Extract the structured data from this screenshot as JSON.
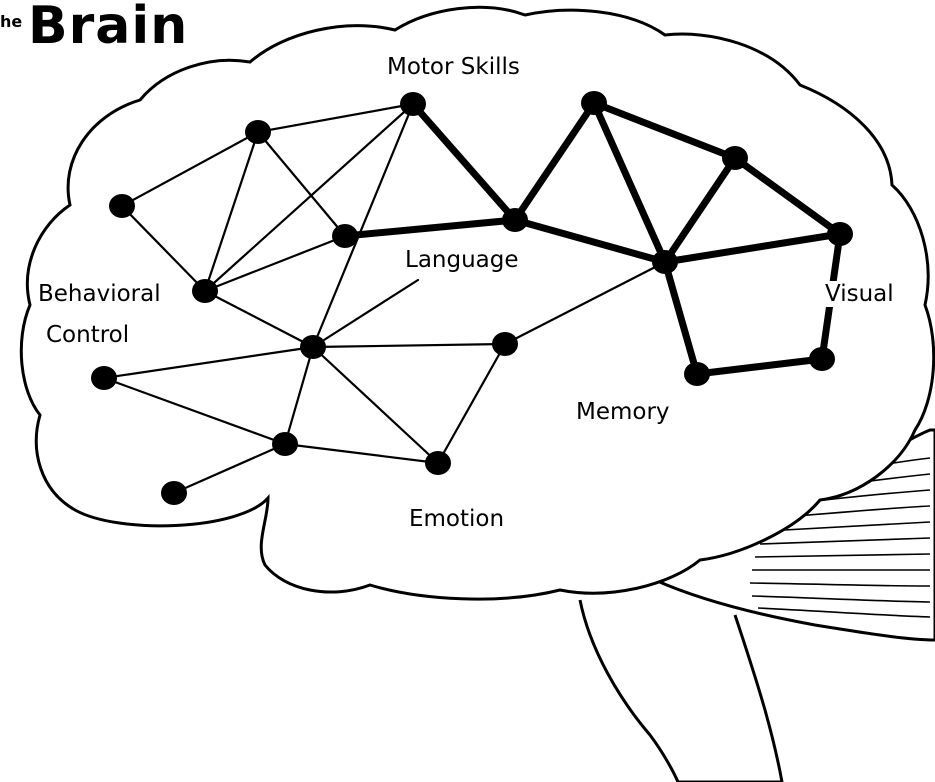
{
  "title": {
    "prefix": "he",
    "main": "Brain"
  },
  "regions": {
    "motor_skills": "Motor Skills",
    "language": "Language",
    "behavioral_control_line1": "Behavioral",
    "behavioral_control_line2": "Control",
    "visual": "Visual",
    "memory": "Memory",
    "emotion": "Emotion"
  },
  "colors": {
    "ink": "#000000",
    "background": "#ffffff"
  }
}
